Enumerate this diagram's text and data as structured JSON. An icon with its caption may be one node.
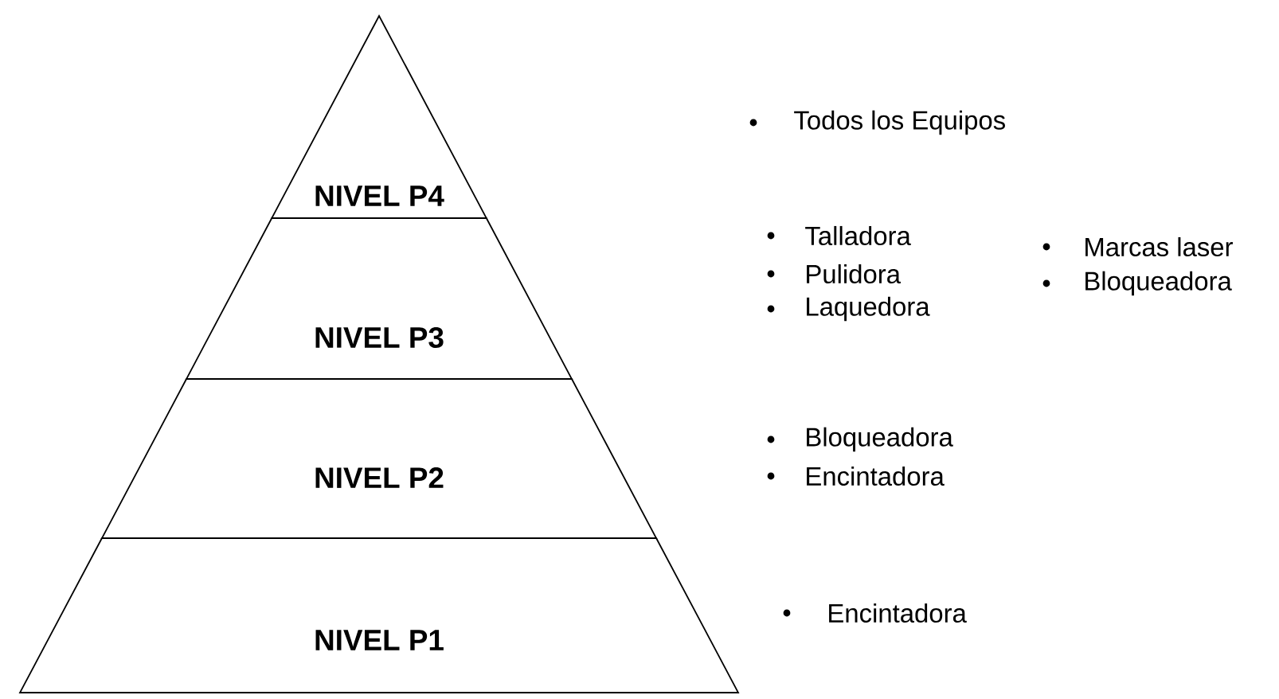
{
  "diagram": {
    "nodes": [
      {
        "text": [
          "NIVEL P4"
        ]
      },
      {
        "text": [
          "NIVEL P3"
        ]
      },
      {
        "text": [
          "NIVEL P2"
        ]
      },
      {
        "text": [
          "NIVEL P1"
        ]
      }
    ],
    "labels": [
      "Todos los Equipos",
      "Talladora",
      "Marcas laser",
      "Pulidora",
      "Bloqueadora",
      "Laquedora",
      "Bloqueadora",
      "Encintadora",
      "Encintadora"
    ]
  }
}
